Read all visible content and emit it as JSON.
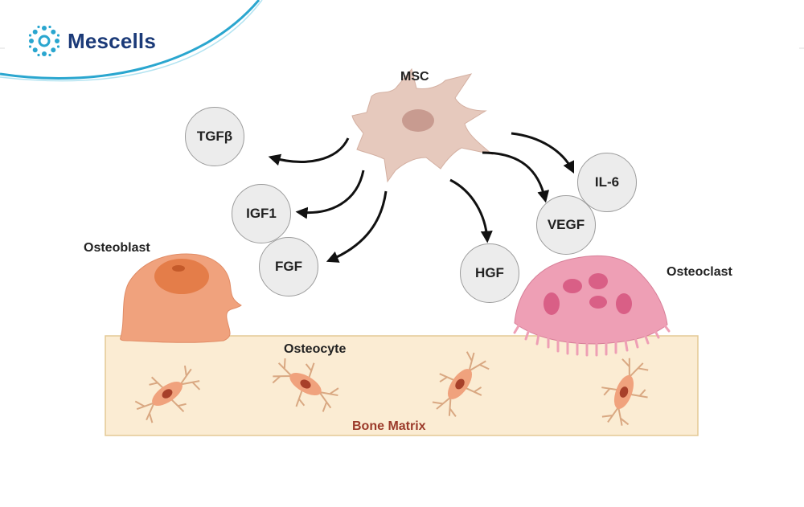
{
  "brand": {
    "name": "Mescells",
    "logo_icon": "cell-cluster-logo",
    "color": "#1b3a78",
    "accent": "#2aa6cf"
  },
  "labels": {
    "msc": "MSC",
    "osteoblast": "Osteoblast",
    "osteoclast": "Osteoclast",
    "osteocyte": "Osteocyte",
    "bone_matrix": "Bone Matrix"
  },
  "factors": {
    "tgfb": "TGFβ",
    "igf1": "IGF1",
    "fgf": "FGF",
    "hgf": "HGF",
    "vegf": "VEGF",
    "il6": "IL-6"
  },
  "colors": {
    "msc_cell": "#e6c9bd",
    "osteoblast": "#f0a27d",
    "osteoclast": "#ee9fb5",
    "bone_matrix": "#fbecd3",
    "bone_matrix_label": "#9b3a2a",
    "factor_fill": "#ececec"
  }
}
